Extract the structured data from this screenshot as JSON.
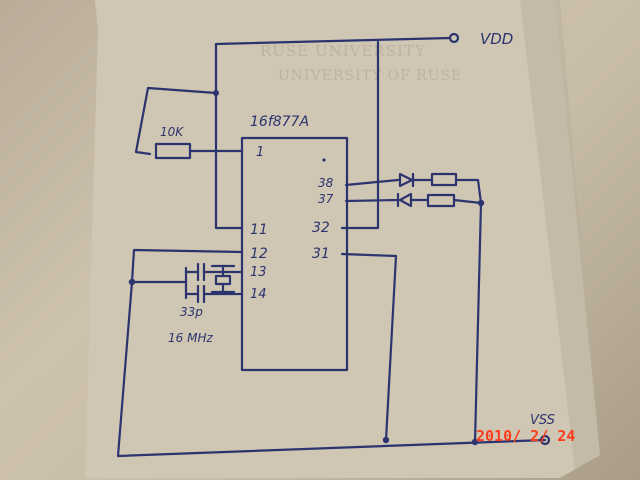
{
  "labels": {
    "vdd": "VDD",
    "vss": "VSS",
    "chip": "16f877A",
    "resistor": "10K",
    "pin1": "1",
    "pin11": "11",
    "pin12": "12",
    "pin13": "13",
    "pin14": "14",
    "pin31": "31",
    "pin32": "32",
    "pin37": "37",
    "pin38": "38",
    "capacitor": "33p",
    "crystal": "16 MHz"
  },
  "watermark": {
    "line1": "RUSE UNIVERSITY",
    "line2": "UNIVERSITY OF RUSE"
  },
  "date_stamp": "2010/ 2/ 24",
  "colors": {
    "ink": "#2c3470",
    "paper": "#cfc5b2",
    "stamp": "#ff3c1c"
  }
}
